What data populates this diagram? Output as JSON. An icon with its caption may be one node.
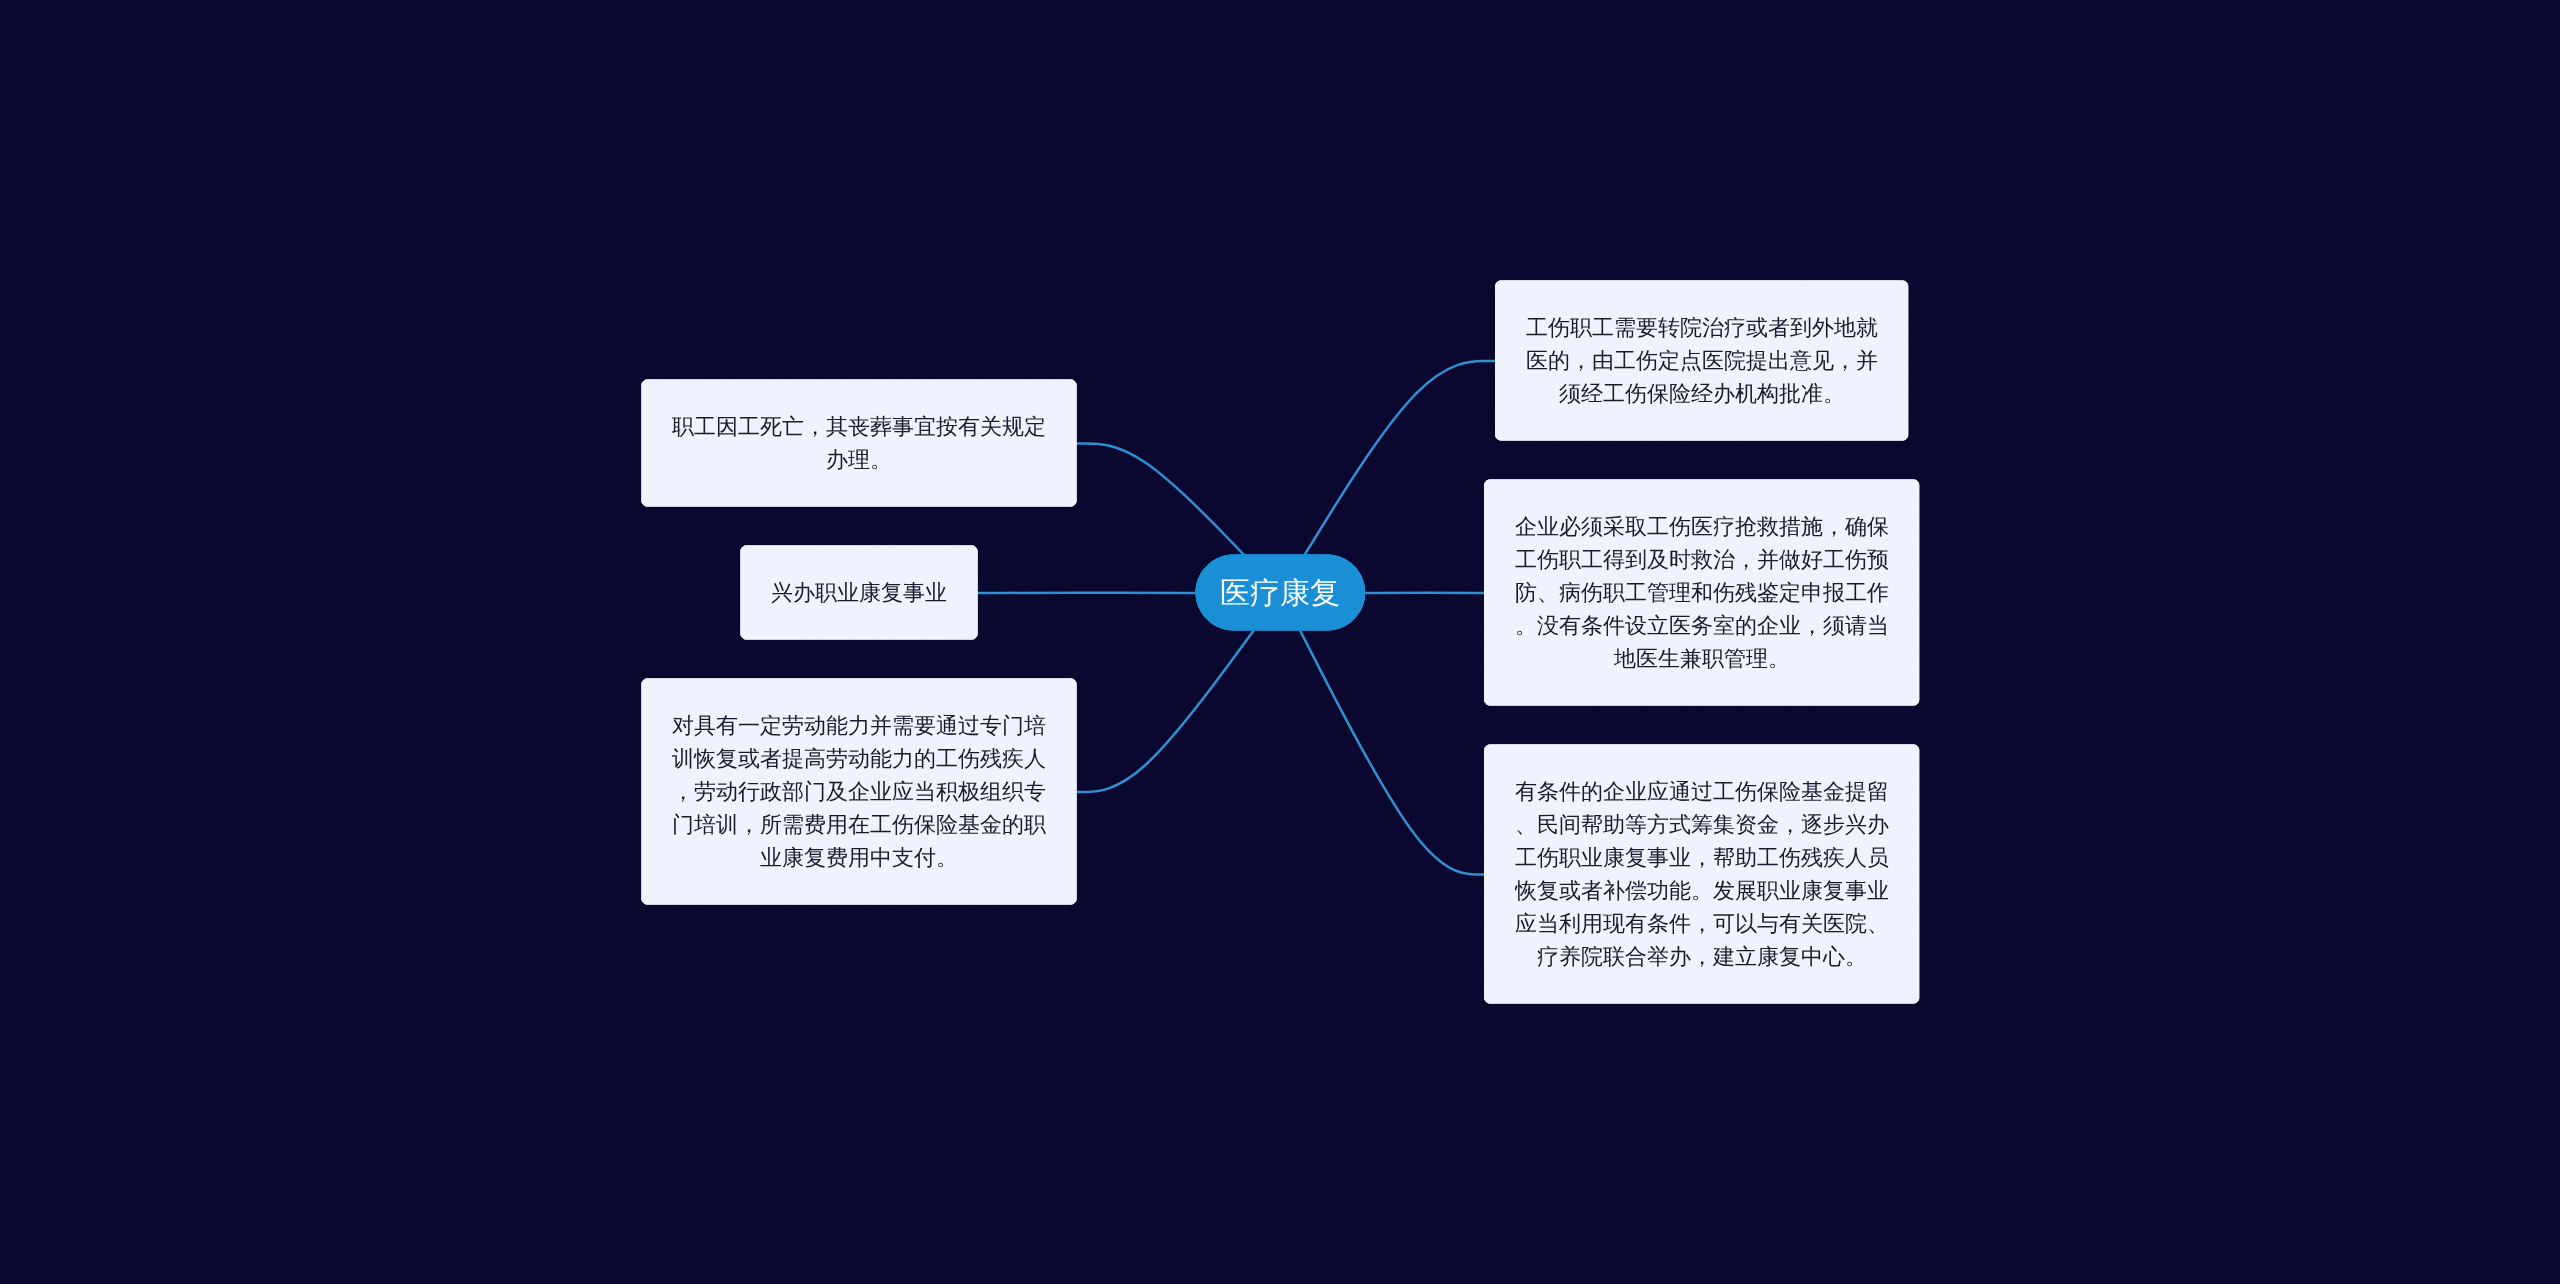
{
  "diagram": {
    "nodes": [
      {
        "text": [
          "医疗康复"
        ]
      },
      {
        "text": [
          "工伤职工需要转院治疗或者到外地就医的，由工伤定点医院提出意见，并须经工伤保险经办机构批准。"
        ]
      },
      {
        "text": [
          "企业必须采取工伤医疗抢救措施，确保工伤职工得到及时救治，并做好工伤预防、病伤职工管理和伤残鉴定申报工作。没有条件设立医务室的企业，须请当地医生兼职管理。"
        ]
      },
      {
        "text": [
          "有条件的企业应通过工伤保险基金提留、民间帮助等方式筹集资金，逐步兴办工伤职业康复事业，帮助工伤残疾人员恢复或者补偿功能。发展职业康复事业应当利用现有条件，可以与有关医院、疗养院联合举办，建立康复中心。"
        ]
      },
      {
        "text": [
          "职工因工死亡，其丧葬事宜按有关规定办理。"
        ]
      },
      {
        "text": [
          "兴办职业康复事业"
        ]
      },
      {
        "text": [
          "对具有一定劳动能力并需要通过专门培训恢复或者提高劳动能力的工伤残疾人，劳动行政部门及企业应当积极组织专门培训，所需费用在工伤保险基金的职业康复费用中支付。"
        ]
      }
    ],
    "edges": [
      {
        "from": 0,
        "to": 1,
        "arrow": "none"
      },
      {
        "from": 0,
        "to": 2,
        "arrow": "none"
      },
      {
        "from": 0,
        "to": 3,
        "arrow": "none"
      },
      {
        "from": 0,
        "to": 4,
        "arrow": "none"
      },
      {
        "from": 0,
        "to": 5,
        "arrow": "none"
      },
      {
        "from": 0,
        "to": 6,
        "arrow": "none"
      }
    ]
  }
}
